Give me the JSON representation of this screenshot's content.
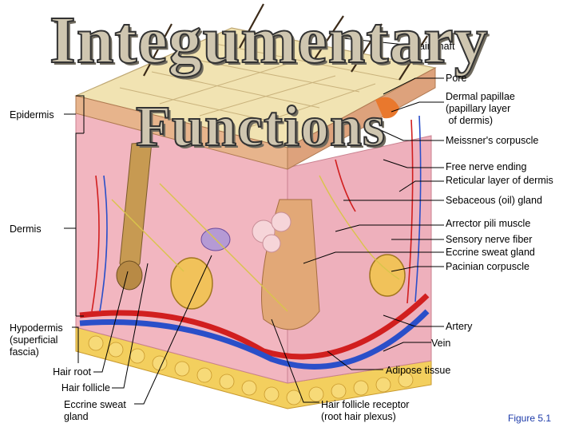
{
  "title": {
    "line1": "Integumentary",
    "line2": "Functions"
  },
  "labels": {
    "hair_shaft": "Hair shaft",
    "pore": "Pore",
    "dermal_papillae": "Dermal papillae\n(papillary layer\n of dermis)",
    "meissners": "Meissner's corpuscle",
    "free_nerve": "Free nerve ending",
    "reticular": "Reticular layer of dermis",
    "sebaceous": "Sebaceous (oil) gland",
    "arrector": "Arrector pili muscle",
    "sensory_fiber": "Sensory nerve fiber",
    "eccrine_right": "Eccrine sweat gland",
    "pacinian": "Pacinian corpuscle",
    "artery": "Artery",
    "vein": "Vein",
    "adipose": "Adipose tissue",
    "hair_follicle_receptor": "Hair follicle receptor\n(root hair plexus)",
    "epidermis": "Epidermis",
    "dermis": "Dermis",
    "hypodermis": "Hypodermis\n(superficial\nfascia)",
    "hair_root": "Hair root",
    "hair_follicle": "Hair follicle",
    "eccrine_left": "Eccrine sweat\ngland"
  },
  "figure_label": "Figure 5.1"
}
